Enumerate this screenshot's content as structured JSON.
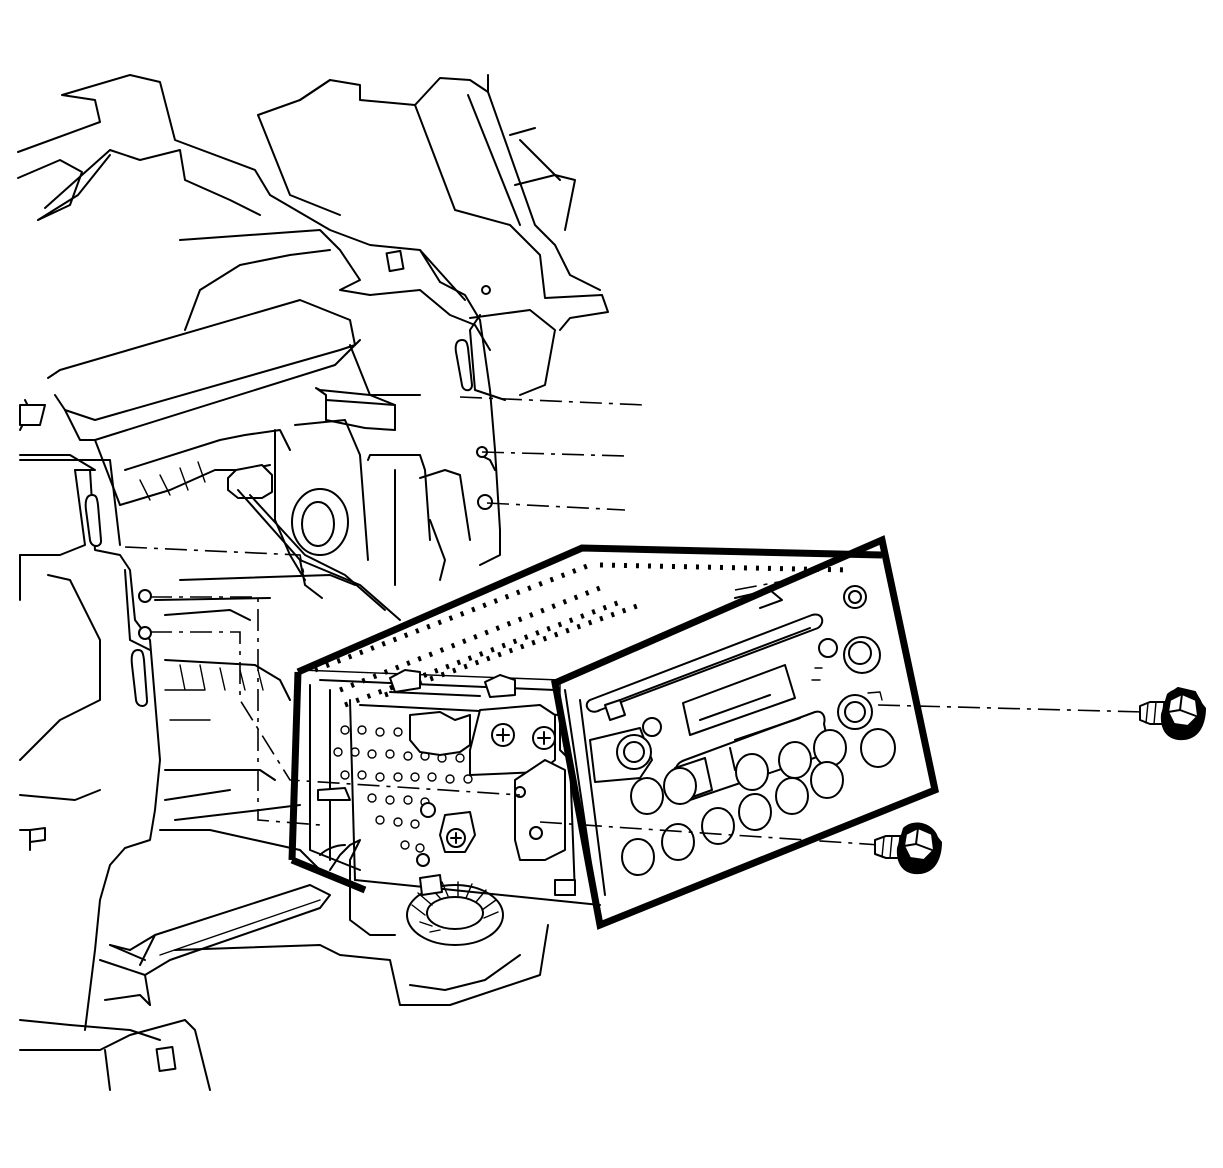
{
  "figure": {
    "colors": {
      "line": "#000000",
      "background": "#ffffff"
    },
    "parts": [
      {
        "name": "instrument-panel-carrier",
        "label": ""
      },
      {
        "name": "radio-assembly",
        "label": ""
      },
      {
        "name": "radio-mounting-bolt-upper",
        "label": ""
      },
      {
        "name": "radio-mounting-bolt-lower",
        "label": ""
      }
    ],
    "callouts": []
  }
}
